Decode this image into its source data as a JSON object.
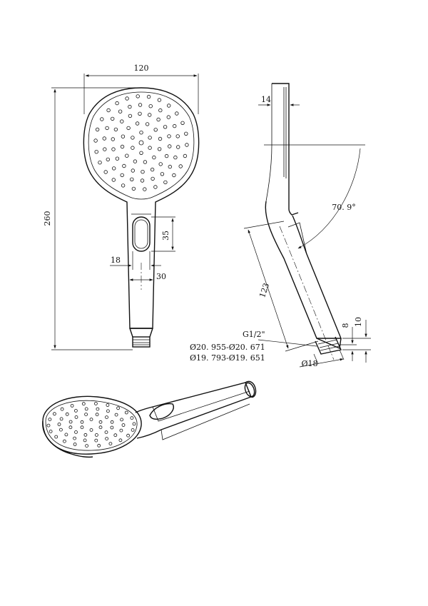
{
  "front_view": {
    "width_label": "120",
    "height_label": "260",
    "slot_label": "35",
    "neck_label": "18",
    "handle_label": "30"
  },
  "side_view": {
    "top_thickness_label": "14",
    "angle_label": "70. 9°",
    "length_label": "123",
    "thread_label_10": "10",
    "thread_label_8": "8",
    "thread_diameter_label": "Ø18",
    "thread_spec": "G1/2\"",
    "diameter_major": "Ø20. 955-Ø20. 671",
    "diameter_minor": "Ø19. 793-Ø19. 651"
  },
  "colors": {
    "line": "#111111",
    "background": "#ffffff"
  }
}
